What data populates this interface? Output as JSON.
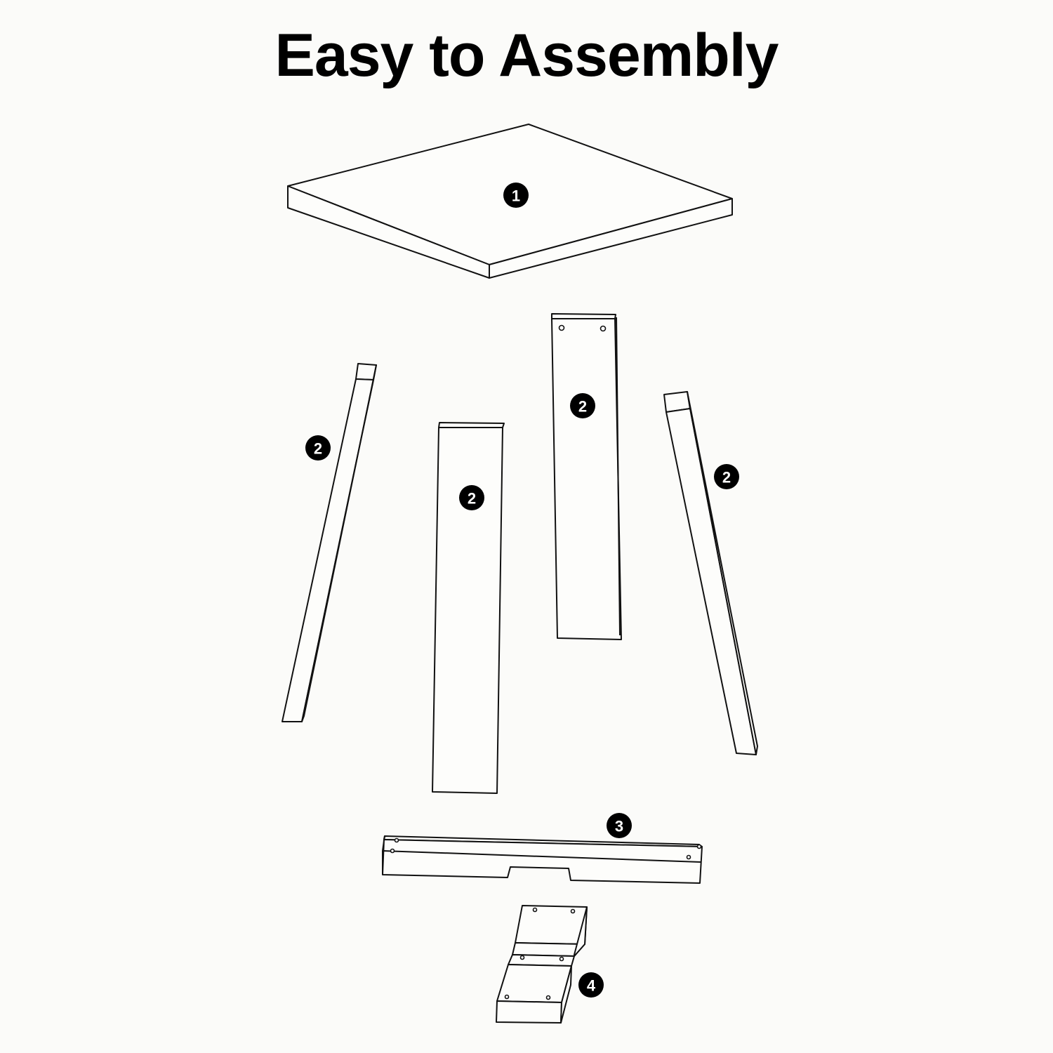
{
  "title": "Easy to Assembly",
  "parts": [
    {
      "id": "tabletop",
      "number": "1"
    },
    {
      "id": "leg-left-thin",
      "number": "2"
    },
    {
      "id": "leg-front-wide",
      "number": "2"
    },
    {
      "id": "leg-back-wide",
      "number": "2"
    },
    {
      "id": "leg-right-thin",
      "number": "2"
    },
    {
      "id": "crossbar",
      "number": "3"
    },
    {
      "id": "foot-block",
      "number": "4"
    }
  ],
  "colors": {
    "line": "#111111",
    "background": "#fbfbf9",
    "badge": "#000000"
  }
}
